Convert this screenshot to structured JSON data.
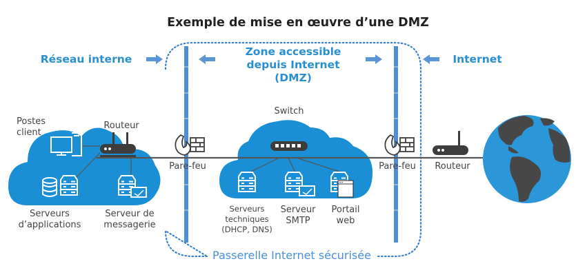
{
  "title": "Exemple de mise en œuvre d’une DMZ",
  "zones": {
    "internal": "Réseau interne",
    "dmz": [
      "Zone accessible",
      "depuis Internet",
      "(DMZ)"
    ],
    "internet": "Internet"
  },
  "internal_network": {
    "client_label": [
      "Postes",
      "client"
    ],
    "router_label": "Routeur",
    "app_servers_label": [
      "Serveurs",
      "d’applications"
    ],
    "mail_server_label": [
      "Serveur de",
      "messagerie"
    ]
  },
  "firewalls": {
    "left_label": "Pare-feu",
    "right_label": "Pare-feu"
  },
  "dmz": {
    "switch_label": "Switch",
    "tech_servers_label": [
      "Serveurs",
      "techniques",
      "(DHCP, DNS)"
    ],
    "smtp_label": [
      "Serveur",
      "SMTP"
    ],
    "portal_label": [
      "Portail",
      "web"
    ]
  },
  "internet_side": {
    "router_label": "Routeur"
  },
  "gateway_label": "Passerelle Internet sécurisée",
  "colors": {
    "cloud": "#1a8fd6",
    "firewall_bar": "#4a8fd8",
    "zone_text": "#2a8fd0",
    "arrow": "#5b95d6",
    "device_dark": "#3d3d3d",
    "dotted_border": "#3a7fd0",
    "globe_ocean": "#2c97d8",
    "globe_land": "#474747"
  }
}
